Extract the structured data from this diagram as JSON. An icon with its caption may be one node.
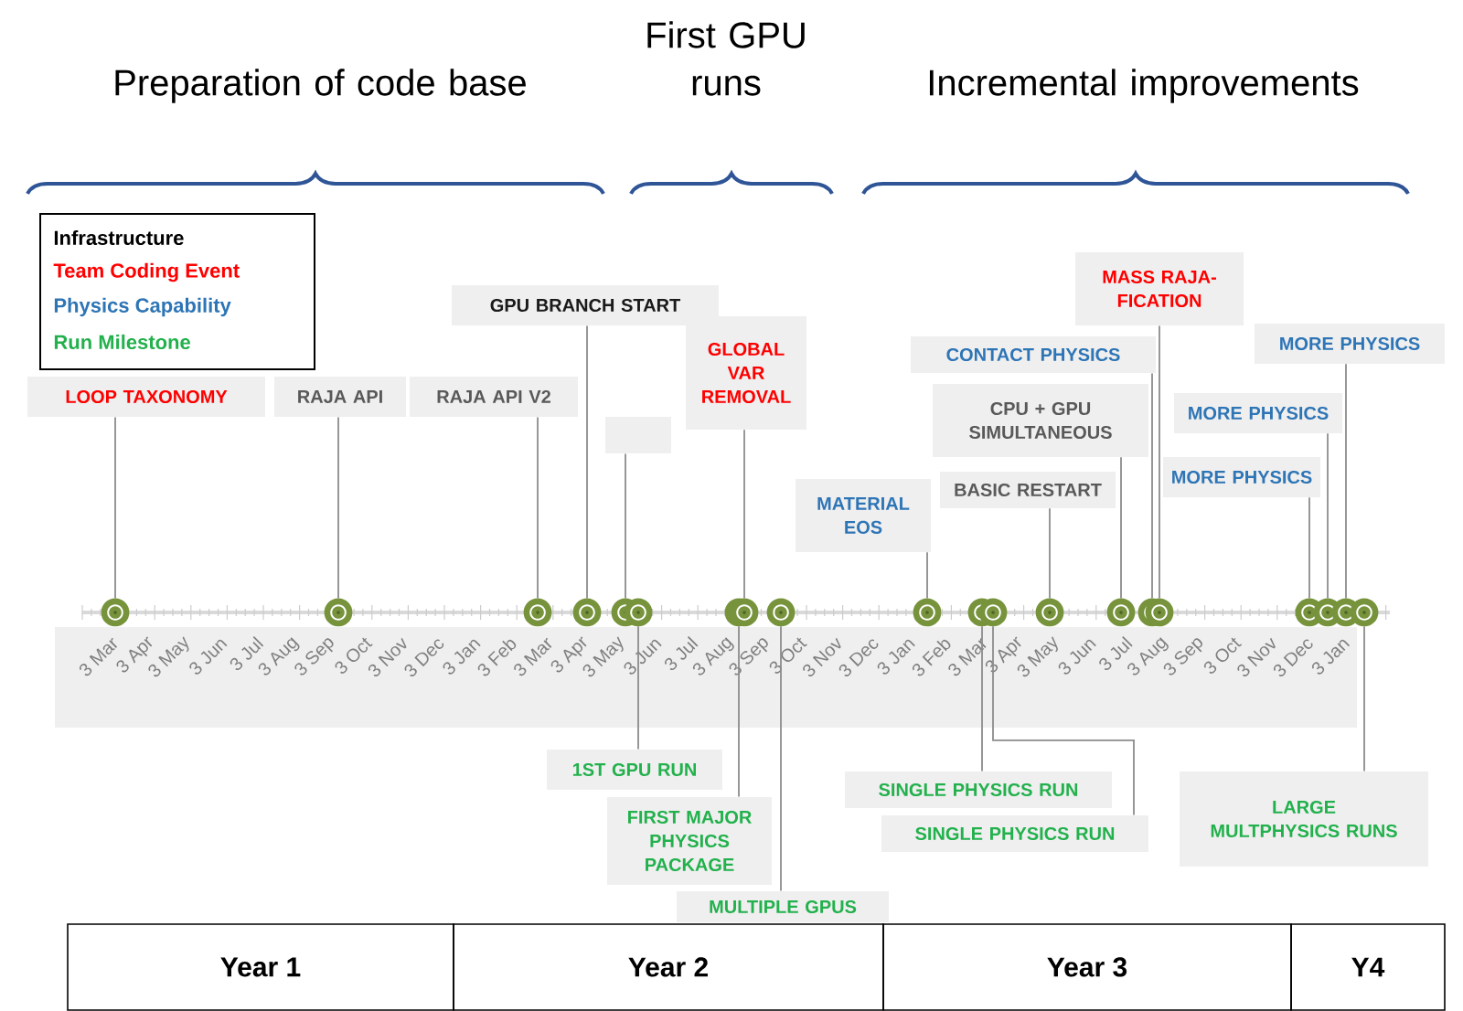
{
  "diagram": {
    "nodes": [
      {
        "text": [
          "LOOP TAXONOMY"
        ]
      },
      {
        "text": [
          "RAJA API"
        ]
      },
      {
        "text": [
          "GPU BRANCH START"
        ]
      },
      {
        "text": [
          "RAJA API V2"
        ]
      },
      {
        "text": [],
        "shape": "box"
      },
      {
        "text": [
          "GLOBAL VAR REMOVAL"
        ]
      },
      {
        "text": [
          "MATERIAL EOS"
        ]
      },
      {
        "text": [
          "CONTACT PHYSICS"
        ]
      },
      {
        "text": [
          "BASIC RESTART"
        ]
      },
      {
        "text": [
          "CPU + GPU SIMULTANEOUS"
        ]
      },
      {
        "text": [
          "MASS RAJA-FICATION"
        ]
      },
      {
        "text": [
          "MORE PHYSICS"
        ]
      },
      {
        "text": [
          "MORE PHYSICS"
        ]
      },
      {
        "text": [
          "MORE PHYSICS"
        ]
      },
      {
        "text": [
          "1ST GPU RUN"
        ]
      },
      {
        "text": [
          "FIRST MAJOR PHYSICS PACKAGE"
        ]
      },
      {
        "text": [
          "MULTIPLE GPUS"
        ]
      },
      {
        "text": [
          "SINGLE PHYSICS RUN"
        ]
      },
      {
        "text": [
          "SINGLE PHYSICS RUN"
        ]
      },
      {
        "text": [
          "LARGE MULTPHYSICS RUNS"
        ]
      },
      {
        "text": [],
        "shape": "circle"
      },
      {
        "text": [],
        "shape": "circle"
      },
      {
        "text": [],
        "shape": "circle"
      },
      {
        "text": [],
        "shape": "circle"
      },
      {
        "text": [],
        "shape": "circle"
      },
      {
        "text": [],
        "shape": "circle"
      },
      {
        "text": [],
        "shape": "circle"
      },
      {
        "text": [],
        "shape": "circle"
      },
      {
        "text": [],
        "shape": "circle"
      },
      {
        "text": [],
        "shape": "circle"
      },
      {
        "text": [],
        "shape": "circle"
      },
      {
        "text": [],
        "shape": "circle"
      },
      {
        "text": [],
        "shape": "circle"
      },
      {
        "text": [],
        "shape": "circle"
      },
      {
        "text": [],
        "shape": "circle"
      },
      {
        "text": [],
        "shape": "circle"
      },
      {
        "text": [],
        "shape": "circle"
      },
      {
        "text": [],
        "shape": "circle"
      },
      {
        "text": [],
        "shape": "circle"
      },
      {
        "text": [],
        "shape": "circle"
      }
    ],
    "edges": [
      {
        "from": 0,
        "to": 20,
        "arrow": "none"
      },
      {
        "from": 1,
        "to": 21,
        "arrow": "none"
      },
      {
        "from": 3,
        "to": 22,
        "arrow": "none"
      },
      {
        "from": 2,
        "to": 23,
        "arrow": "none"
      },
      {
        "from": 4,
        "to": 24,
        "arrow": "none"
      },
      {
        "from": 14,
        "to": 25,
        "arrow": "none"
      },
      {
        "from": 15,
        "to": 26,
        "arrow": "none"
      },
      {
        "from": 5,
        "to": 27,
        "arrow": "none"
      },
      {
        "from": 16,
        "to": 28,
        "arrow": "none"
      },
      {
        "from": 6,
        "to": 29,
        "arrow": "none"
      },
      {
        "from": 17,
        "to": 30,
        "arrow": "none"
      },
      {
        "from": 18,
        "to": 31,
        "arrow": "none"
      },
      {
        "from": 8,
        "to": 32,
        "arrow": "none"
      },
      {
        "from": 9,
        "to": 33,
        "arrow": "none"
      },
      {
        "from": 7,
        "to": 34,
        "arrow": "none"
      },
      {
        "from": 10,
        "to": 35,
        "arrow": "none"
      },
      {
        "from": 13,
        "to": 36,
        "arrow": "none"
      },
      {
        "from": 12,
        "to": 37,
        "arrow": "none"
      },
      {
        "from": 11,
        "to": 38,
        "arrow": "none"
      },
      {
        "from": 19,
        "to": 39,
        "arrow": "none"
      }
    ],
    "labels": [
      "Preparation of code base",
      "First GPU runs",
      "Incremental improvements",
      "3 Mar",
      "3 Apr",
      "3 May",
      "3 Jun",
      "3 Jul",
      "3 Aug",
      "3 Sep",
      "3 Oct",
      "3 Nov",
      "3 Dec",
      "3 Jan",
      "3 Feb",
      "3 Mar",
      "3 Apr",
      "3 May",
      "3 Jun",
      "3 Jul",
      "3 Aug",
      "3 Sep",
      "3 Oct",
      "3 Nov",
      "3 Dec",
      "3 Jan",
      "3 Feb",
      "3 Mar",
      "3 Apr",
      "3 May",
      "3 Jun",
      "3 Jul",
      "3 Aug",
      "3 Sep",
      "3 Oct",
      "3 Nov",
      "3 Dec",
      "3 Jan",
      "Year 1",
      "Year 2",
      "Year 3",
      "Y4"
    ],
    "legend": [
      {
        "text": "Infrastructure",
        "color": "#000000"
      },
      {
        "text": "Team Coding Event",
        "color": "#ff0000"
      },
      {
        "text": "Physics Capability",
        "color": "#2e75b6"
      },
      {
        "text": "Run Milestone",
        "color": "#22b14c"
      }
    ]
  }
}
